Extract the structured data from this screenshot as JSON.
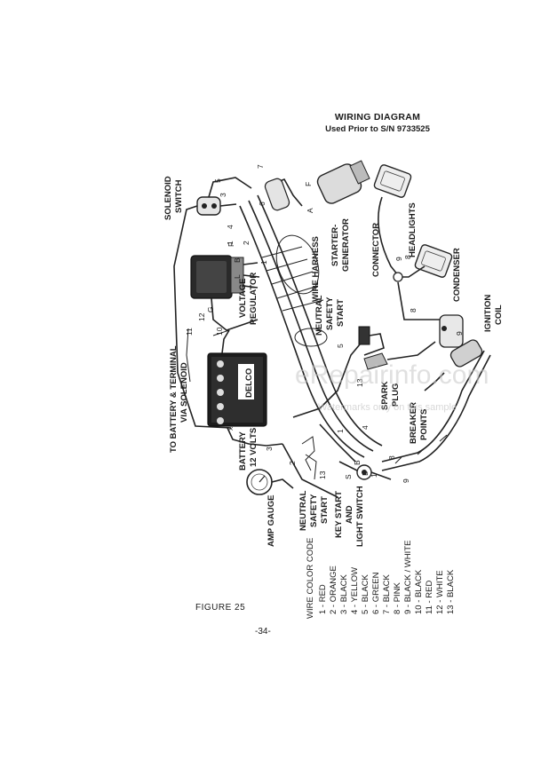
{
  "header": {
    "title": "WIRING DIAGRAM",
    "subtitle": "Used Prior to S/N 9733525"
  },
  "components": {
    "solenoid_switch": [
      "SOLENOID",
      "SWITCH"
    ],
    "starter_generator": [
      "STARTER-",
      "GENERATOR"
    ],
    "headlights": "HEADLIGHTS",
    "connector": "CONNECTOR",
    "condenser": "CONDENSER",
    "ignition_coil": [
      "IGNITION",
      "COIL"
    ],
    "wire_harness": "WIRE HARNESS",
    "neutral_safety_start_upper": [
      "NEUTRAL",
      "SAFETY",
      "START"
    ],
    "voltage_regulator": [
      "VOLTAGE",
      "REGULATOR"
    ],
    "to_battery": [
      "TO BATTERY & TERMINAL",
      "VIA SOLENOID"
    ],
    "battery": [
      "BATTERY",
      "12 VOLTS"
    ],
    "spark_plug": [
      "SPARK",
      "PLUG"
    ],
    "breaker_points": [
      "BREAKER",
      "POINTS"
    ],
    "amp_gauge": "AMP GAUGE",
    "neutral_safety_start_lower": [
      "NEUTRAL",
      "SAFETY",
      "START"
    ],
    "key_start": [
      "KEY START",
      "AND",
      "LIGHT SWITCH"
    ],
    "battery_logo": "DELCO"
  },
  "terminals": {
    "starter_a": "A",
    "starter_f": "F",
    "regulator_f": "F",
    "regulator_b": "B",
    "regulator_l": "L",
    "regulator_g": "G",
    "switch_s": "S",
    "switch_b": "B",
    "switch_l": "L",
    "ground_x": "x"
  },
  "wire_numbers": {
    "w5a": "5",
    "w3a": "3",
    "w7a": "7",
    "w6a": "6",
    "w4a": "4",
    "w1a": "1",
    "w2a": "2",
    "w1b": "1",
    "w12a": "12",
    "w10a": "10",
    "w11a": "11",
    "w9a": "9",
    "w8a": "8",
    "w8b": "8",
    "w9b": "9",
    "w5b": "5",
    "w13a": "13",
    "w1c": "1",
    "w4b": "4",
    "w3b": "3",
    "w2b": "2",
    "w13b": "13",
    "w8c": "8",
    "w9c": "9",
    "w1d": "1"
  },
  "legend": {
    "title": "WIRE COLOR CODE",
    "items": [
      "1 - RED",
      "2 - ORANGE",
      "3 - BLACK",
      "4 - YELLOW",
      "5 - BLACK",
      "6 - GREEN",
      "7 - BLACK",
      "8 - PINK",
      "9 - BLACK / WHITE",
      "10 - BLACK",
      "11 - RED",
      "12 - WHITE",
      "13 - BLACK"
    ]
  },
  "figure_label": "FIGURE 25",
  "page_number": "-34-",
  "watermark": {
    "main": "eRepairinfo.com",
    "sub": "Watermarks only on this sample"
  }
}
